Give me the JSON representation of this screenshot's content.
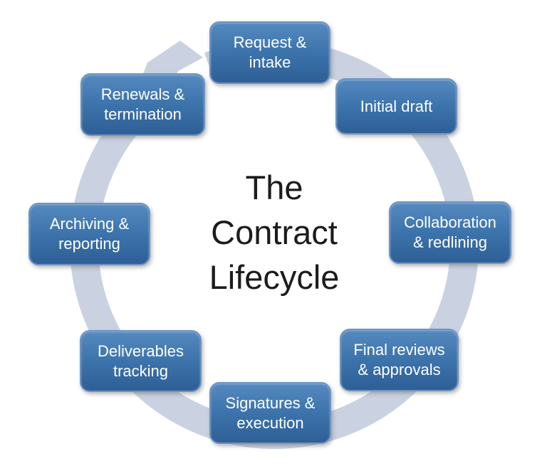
{
  "diagram": {
    "center_title": {
      "lines": [
        "The",
        "Contract",
        "Lifecycle"
      ]
    },
    "stages": [
      {
        "id": "request-intake",
        "label": "Request &\nintake"
      },
      {
        "id": "initial-draft",
        "label": "Initial draft"
      },
      {
        "id": "collaboration-redlining",
        "label": "Collaboration\n& redlining"
      },
      {
        "id": "final-reviews-approvals",
        "label": "Final reviews\n& approvals"
      },
      {
        "id": "signatures-execution",
        "label": "Signatures &\nexecution"
      },
      {
        "id": "deliverables-tracking",
        "label": "Deliverables\ntracking"
      },
      {
        "id": "archiving-reporting",
        "label": "Archiving &\nreporting"
      },
      {
        "id": "renewals-termination",
        "label": "Renewals &\ntermination"
      }
    ],
    "colors": {
      "ring": "#CAD2E2",
      "box_top": "#558ABF",
      "box_bottom": "#2E5F96",
      "box_border": "#6D93C2",
      "box_text": "#FFFFFF",
      "title_text": "#1C1C1C",
      "background": "#FFFFFF"
    }
  }
}
